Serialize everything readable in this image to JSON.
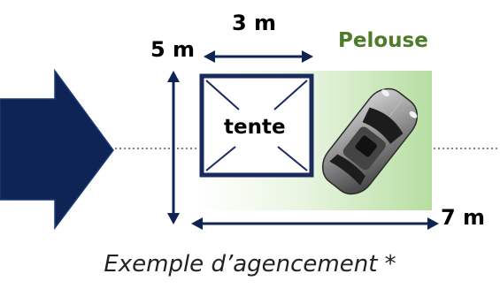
{
  "labels": {
    "width": "3 m",
    "depth": "5 m",
    "lawn": "Pelouse",
    "tent": "tente",
    "length": "7 m"
  },
  "caption": "Exemple d’agencement *",
  "colors": {
    "arrow_navy": "#0d2454",
    "tent_border": "#1a2a5e",
    "lawn_label": "#4e7a2a",
    "lawn_light": "#eef7e8",
    "lawn_green": "#b9e0a6",
    "dotted_line": "#555555"
  },
  "icons": {
    "entry_arrow": "arrow-right-icon",
    "vehicle": "car-icon"
  }
}
